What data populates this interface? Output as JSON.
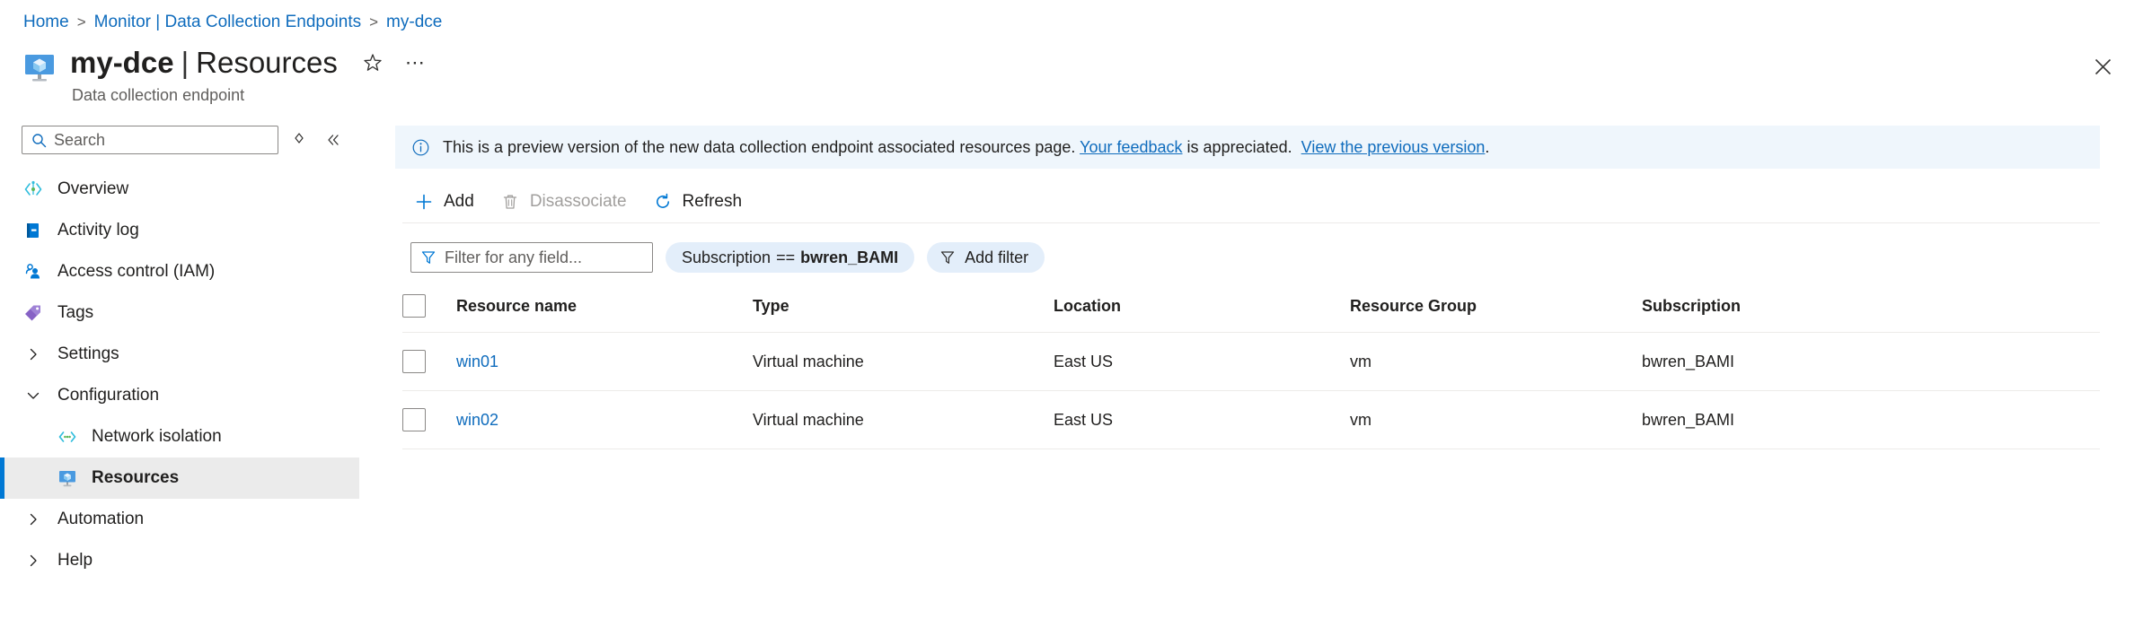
{
  "breadcrumb": {
    "items": [
      {
        "label": "Home",
        "current": false
      },
      {
        "label": "Monitor | Data Collection Endpoints",
        "current": false
      },
      {
        "label": "my-dce",
        "current": true
      }
    ],
    "separator": ">"
  },
  "header": {
    "resource_name": "my-dce",
    "separator": "|",
    "page_name": "Resources",
    "subtitle": "Data collection endpoint",
    "favorite_icon": "star-icon",
    "more_label": "⋯",
    "close_icon": "close-icon"
  },
  "sidebar": {
    "search": {
      "placeholder": "Search",
      "value": "",
      "icon": "search-icon"
    },
    "expand_toggle_icon": "expand-collapse-icon",
    "collapse_icon": "double-chevron-left-icon",
    "items": [
      {
        "label": "Overview",
        "icon": "overview-icon",
        "type": "leaf",
        "selected": false,
        "indent": false
      },
      {
        "label": "Activity log",
        "icon": "activity-log-icon",
        "type": "leaf",
        "selected": false,
        "indent": false
      },
      {
        "label": "Access control (IAM)",
        "icon": "access-control-icon",
        "type": "leaf",
        "selected": false,
        "indent": false
      },
      {
        "label": "Tags",
        "icon": "tags-icon",
        "type": "leaf",
        "selected": false,
        "indent": false
      },
      {
        "label": "Settings",
        "icon": "chevron-right-icon",
        "type": "group-collapsed",
        "selected": false,
        "indent": false
      },
      {
        "label": "Configuration",
        "icon": "chevron-down-icon",
        "type": "group-expanded",
        "selected": false,
        "indent": false
      },
      {
        "label": "Network isolation",
        "icon": "network-isolation-icon",
        "type": "leaf",
        "selected": false,
        "indent": true
      },
      {
        "label": "Resources",
        "icon": "resources-icon",
        "type": "leaf",
        "selected": true,
        "indent": true
      },
      {
        "label": "Automation",
        "icon": "chevron-right-icon",
        "type": "group-collapsed",
        "selected": false,
        "indent": false
      },
      {
        "label": "Help",
        "icon": "chevron-right-icon",
        "type": "group-collapsed",
        "selected": false,
        "indent": false
      }
    ]
  },
  "banner": {
    "icon": "info-icon",
    "text_before": "This is a preview version of the new data collection endpoint associated resources page.",
    "link1": "Your feedback",
    "text_middle": "is appreciated.",
    "link2": "View the previous version",
    "text_after": "."
  },
  "toolbar": {
    "add_label": "Add",
    "add_icon": "plus-icon",
    "disassociate_label": "Disassociate",
    "disassociate_icon": "trash-icon",
    "disassociate_disabled": true,
    "refresh_label": "Refresh",
    "refresh_icon": "refresh-icon"
  },
  "filters": {
    "text_filter": {
      "placeholder": "Filter for any field...",
      "value": "",
      "icon": "funnel-icon"
    },
    "chips": [
      {
        "field": "Subscription",
        "operator": "==",
        "value": "bwren_BAMI"
      }
    ],
    "add_filter_label": "Add filter",
    "add_filter_icon": "funnel-icon"
  },
  "table": {
    "select_all_checkbox": false,
    "columns": [
      "Resource name",
      "Type",
      "Location",
      "Resource Group",
      "Subscription"
    ],
    "rows": [
      {
        "selected": false,
        "name": "win01",
        "type": "Virtual machine",
        "location": "East US",
        "resource_group": "vm",
        "subscription": "bwren_BAMI"
      },
      {
        "selected": false,
        "name": "win02",
        "type": "Virtual machine",
        "location": "East US",
        "resource_group": "vm",
        "subscription": "bwren_BAMI"
      }
    ]
  },
  "colors": {
    "link": "#0f6cbd",
    "accent": "#0078d4",
    "banner_bg": "#eff6fc",
    "chip_bg": "#e3eefa",
    "selected_nav_bg": "#ebebeb"
  }
}
